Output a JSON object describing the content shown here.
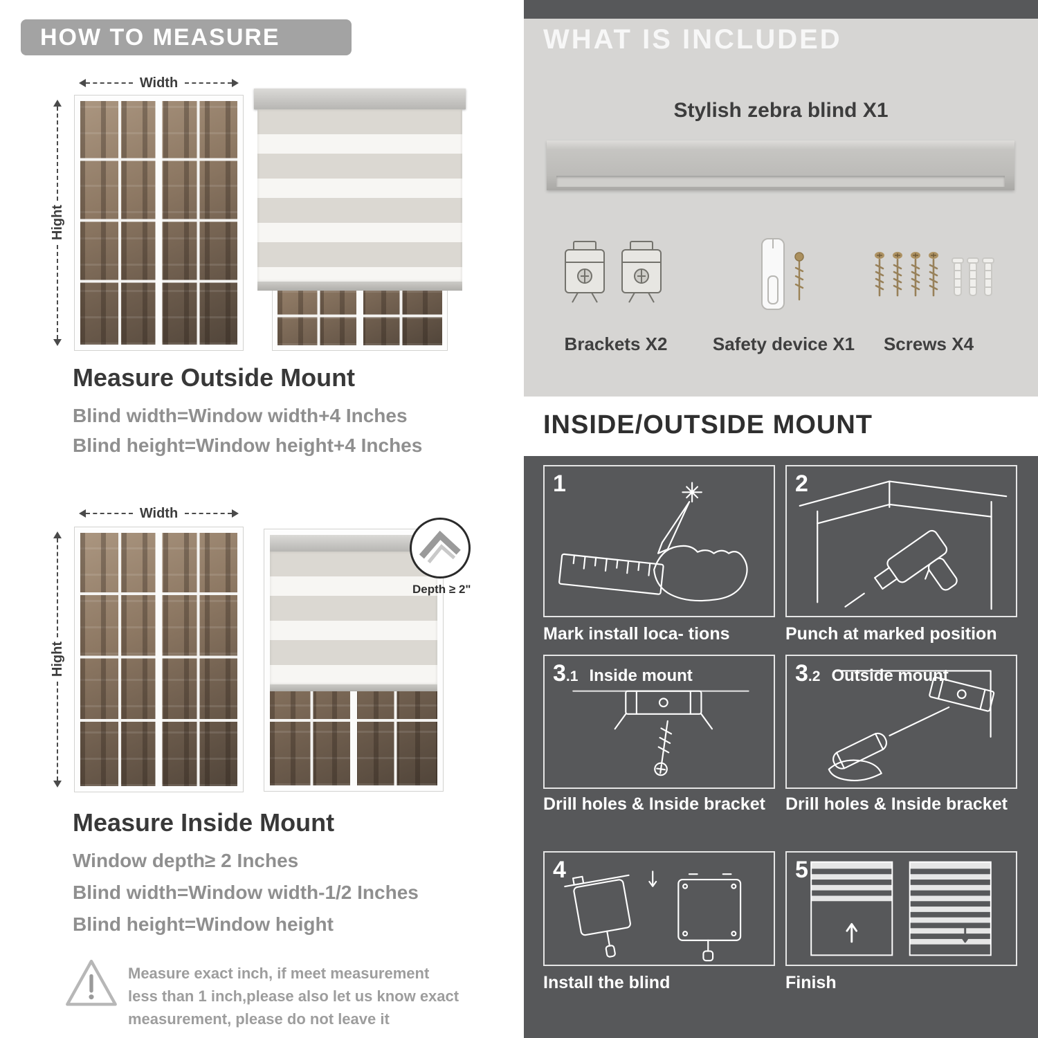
{
  "colors": {
    "banner_gray": "#a3a3a3",
    "panel_light": "#d6d5d3",
    "panel_dark": "#57585a",
    "heading_text": "#383838",
    "body_text": "#8f8f8f",
    "caption_text": "#ffffff"
  },
  "left": {
    "banner": "HOW TO MEASURE",
    "outside": {
      "width_label": "Width",
      "height_label": "Hight",
      "heading": "Measure Outside Mount",
      "line1": "Blind width=Window width+4 Inches",
      "line2": "Blind height=Window height+4 Inches"
    },
    "inside": {
      "width_label": "Width",
      "height_label": "Hight",
      "depth_label": "Depth ≥ 2\"",
      "heading": "Measure Inside Mount",
      "line1": "Window depth≥ 2 Inches",
      "line2": "Blind width=Window width-1/2 Inches",
      "line3": "Blind height=Window height"
    },
    "warning": {
      "icon": "warning-triangle-icon",
      "text": "Measure exact inch, if meet measurement less than 1 inch,please also let us know exact measurement, please do not leave it"
    }
  },
  "right": {
    "included": {
      "banner": "WHAT IS INCLUDED",
      "blind_label": "Stylish zebra blind X1",
      "items": [
        {
          "icon": "brackets-icon",
          "label": "Brackets X2"
        },
        {
          "icon": "safety-device-icon",
          "label": "Safety device X1"
        },
        {
          "icon": "screws-icon",
          "label": "Screws X4"
        }
      ]
    },
    "mount": {
      "heading": "INSIDE/OUTSIDE MOUNT",
      "steps": [
        {
          "num": "1",
          "caption": "Mark install loca- tions"
        },
        {
          "num": "2",
          "caption": "Punch at  marked position"
        },
        {
          "num": "3",
          "sub": ".1",
          "title": "Inside mount",
          "caption": "Drill holes &  Inside bracket"
        },
        {
          "num": "3",
          "sub": ".2",
          "title": "Outside mount",
          "caption": "Drill holes &  Inside bracket"
        },
        {
          "num": "4",
          "caption": "Install the blind"
        },
        {
          "num": "5",
          "caption": "Finish"
        }
      ]
    }
  }
}
